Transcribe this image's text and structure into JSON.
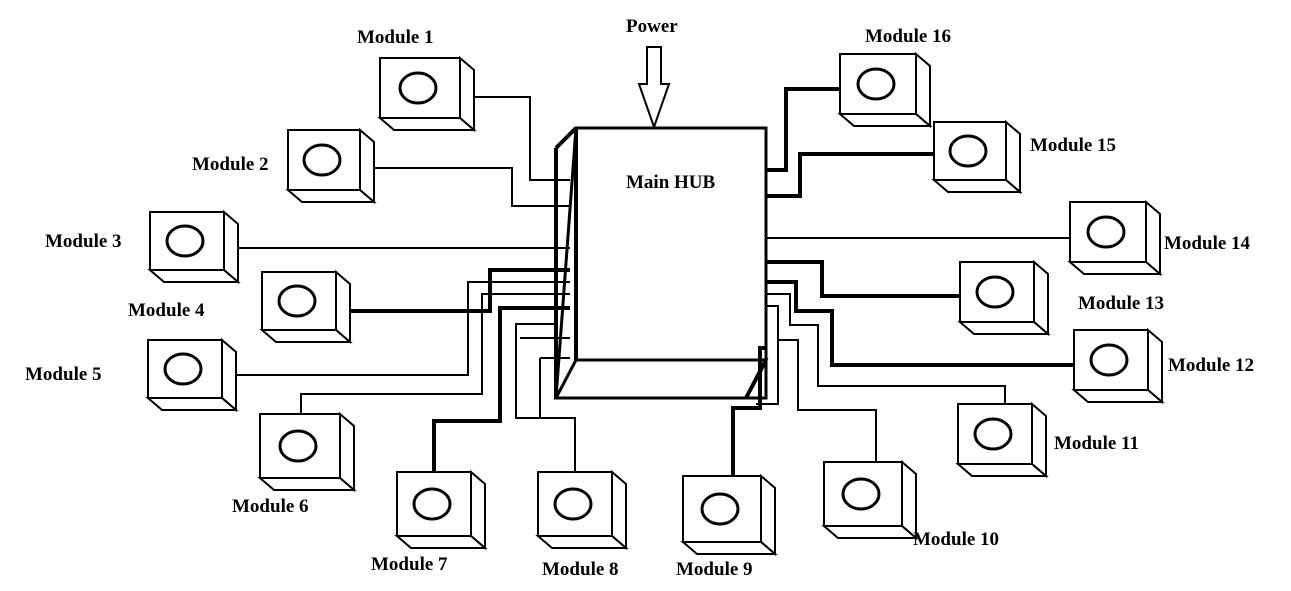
{
  "diagram": {
    "power_label": "Power",
    "hub_label": "Main HUB",
    "modules": [
      {
        "id": 1,
        "label": "Module 1"
      },
      {
        "id": 2,
        "label": "Module 2"
      },
      {
        "id": 3,
        "label": "Module 3"
      },
      {
        "id": 4,
        "label": "Module 4"
      },
      {
        "id": 5,
        "label": "Module 5"
      },
      {
        "id": 6,
        "label": "Module 6"
      },
      {
        "id": 7,
        "label": "Module 7"
      },
      {
        "id": 8,
        "label": "Module 8"
      },
      {
        "id": 9,
        "label": "Module 9"
      },
      {
        "id": 10,
        "label": "Module 10"
      },
      {
        "id": 11,
        "label": "Module 11"
      },
      {
        "id": 12,
        "label": "Module 12"
      },
      {
        "id": 13,
        "label": "Module 13"
      },
      {
        "id": 14,
        "label": "Module 14"
      },
      {
        "id": 15,
        "label": "Module 15"
      },
      {
        "id": 16,
        "label": "Module 16"
      }
    ],
    "colors": {
      "stroke": "#000000",
      "fill": "#ffffff",
      "background": "#ffffff"
    }
  }
}
